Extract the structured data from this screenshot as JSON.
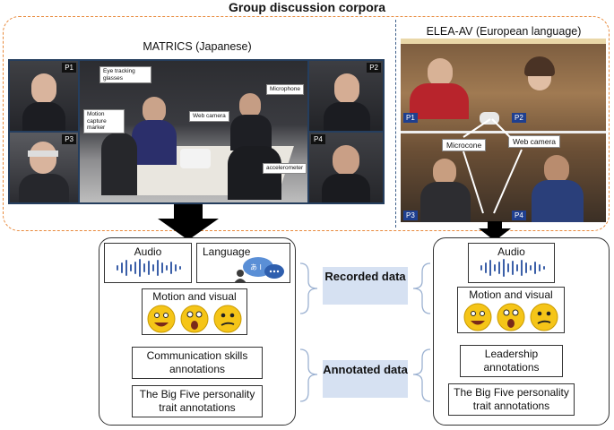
{
  "header": {
    "title": "Group discussion corpora"
  },
  "matrics": {
    "title": "MATRICS (Japanese)",
    "participants": [
      "P1",
      "P2",
      "P3",
      "P4"
    ],
    "callouts": {
      "eye_tracking": "Eye tracking glasses",
      "motion_capture": "Motion capture marker",
      "microphone": "Microphone",
      "web_camera": "Web camera",
      "accelerometer": "accelerometer"
    }
  },
  "elea": {
    "title": "ELEA-AV (European language)",
    "participants": [
      "P1",
      "P2",
      "P3",
      "P4"
    ],
    "callouts": {
      "microcone": "Microcone",
      "web_camera": "Web camera"
    }
  },
  "left_box": {
    "audio": "Audio",
    "language": "Language",
    "speech_bubble": "あ I",
    "motion_visual": "Motion and visual",
    "annotation_1": "Communication skills annotations",
    "annotation_2": "The Big Five personality trait annotations"
  },
  "right_box": {
    "audio": "Audio",
    "motion_visual": "Motion and visual",
    "annotation_1": "Leadership annotations",
    "annotation_2": "The Big Five personality trait annotations"
  },
  "center": {
    "recorded": "Recorded data",
    "annotated": "Annotated data"
  },
  "colors": {
    "accent_orange": "#e8893b",
    "label_blue_bg": "#d6e1f2",
    "wave_blue": "#3b5fa8",
    "panel_navy": "#253e5e"
  },
  "icons": [
    "sound-wave-icon",
    "speech-bubble-icon",
    "person-icon",
    "smiley-face-icon",
    "surprised-face-icon",
    "confused-face-icon"
  ]
}
